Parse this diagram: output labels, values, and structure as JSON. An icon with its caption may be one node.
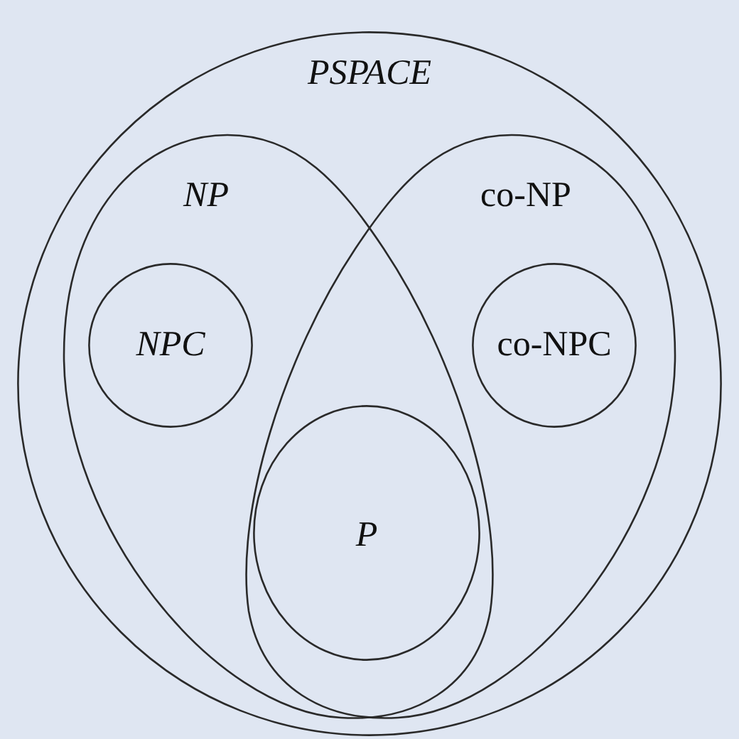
{
  "diagram": {
    "nodes": [
      {
        "text": [
          "PSPACE"
        ]
      },
      {
        "text": [
          "NP"
        ],
        "in": 0
      },
      {
        "text": [
          "co-NP"
        ],
        "in": 0
      },
      {
        "text": [
          "NPC"
        ],
        "in": 1
      },
      {
        "text": [
          "co-NPC"
        ],
        "in": 2
      },
      {
        "text": [
          "P"
        ]
      }
    ]
  }
}
